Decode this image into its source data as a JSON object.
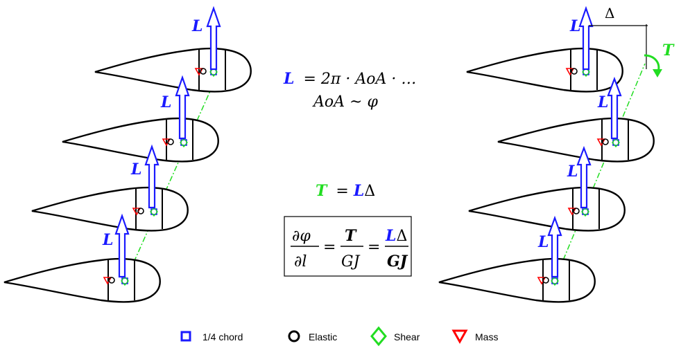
{
  "colors": {
    "lift": "#1a1aff",
    "torque": "#22dd22",
    "elastic": "#000000",
    "shear": "#22dd22",
    "mass": "#ff0000",
    "quarter_chord": "#1a1aff"
  },
  "labels": {
    "lift": "L",
    "torque": "T",
    "delta": "Δ"
  },
  "equations": {
    "lift_formula_rhs": "= 2π · AoA · …",
    "aoa_relation": "AoA ~ φ",
    "torque_rhs": "= LΔ",
    "twist_lhs_num": "∂φ",
    "twist_lhs_den": "∂l",
    "twist_mid_den": "GJ",
    "twist_rhs_den": "GJ",
    "equals": "=",
    "delta_symbol": "Δ"
  },
  "legend": [
    {
      "label": "1/4 chord",
      "icon": "square-icon"
    },
    {
      "label": "Elastic",
      "icon": "circle-icon"
    },
    {
      "label": "Shear",
      "icon": "diamond-icon"
    },
    {
      "label": "Mass",
      "icon": "triangle-down-icon"
    }
  ]
}
